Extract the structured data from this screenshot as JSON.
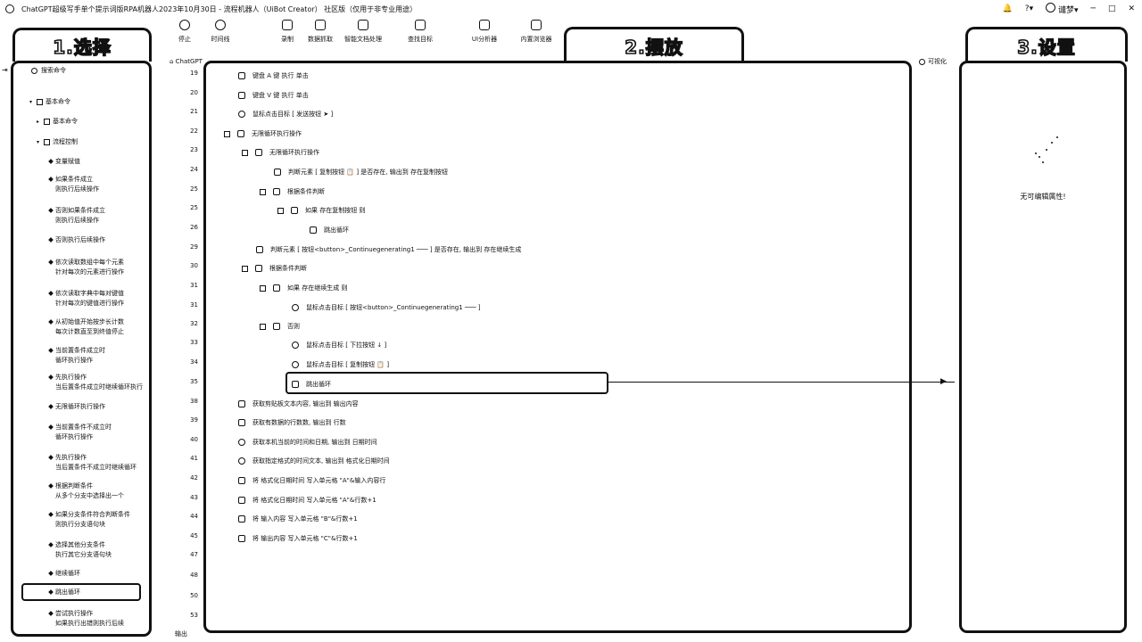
{
  "window": {
    "title": "ChatGPT超级写手单个提示词版RPA机器人2023年10月30日 - 流程机器人（UiBot Creator） 社区版（仅用于非专业用途）",
    "user": "谴梦"
  },
  "toolbar": {
    "items": [
      {
        "label": "停止",
        "icon": "stop-icon"
      },
      {
        "label": "时间线",
        "icon": "clock-icon"
      },
      {
        "label": "录制",
        "icon": "record-icon"
      },
      {
        "label": "数据抓取",
        "icon": "data-grab-icon"
      },
      {
        "label": "智能文档处理",
        "icon": "doc-process-icon"
      },
      {
        "label": "查找目标",
        "icon": "find-target-icon"
      },
      {
        "label": "UI分析器",
        "icon": "ui-analyzer-icon"
      },
      {
        "label": "内置浏览器",
        "icon": "browser-icon"
      }
    ]
  },
  "annotations": {
    "select": "1.选择",
    "place": "2.摆放",
    "settings": "3.设置"
  },
  "breadcrumb": "ChatGPT",
  "visualize_label": "可视化",
  "left_panel": {
    "search_placeholder": "搜索命令",
    "items": [
      {
        "label": "基本命令",
        "kind": "group"
      },
      {
        "label": "基本命令",
        "kind": "sub"
      },
      {
        "label": "流程控制",
        "kind": "sub"
      },
      {
        "label": "变量赋值",
        "kind": "leaf"
      },
      {
        "label": "如果条件成立",
        "label2": "则执行后续操作",
        "kind": "leaf"
      },
      {
        "label": "否则如果条件成立",
        "label2": "则执行后续操作",
        "kind": "leaf"
      },
      {
        "label": "否则执行后续操作",
        "kind": "leaf"
      },
      {
        "label": "依次读取数组中每个元素",
        "label2": "针对每次的元素进行操作",
        "kind": "leaf"
      },
      {
        "label": "依次读取字典中每对键值",
        "label2": "针对每次的键值进行操作",
        "kind": "leaf"
      },
      {
        "label": "从初始值开始按步长计数",
        "label2": "每次计数直至到终值停止",
        "kind": "leaf"
      },
      {
        "label": "当前置条件成立时",
        "label2": "循环执行操作",
        "kind": "leaf"
      },
      {
        "label": "先执行操作",
        "label2": "当后置条件成立时继续循环执行",
        "kind": "leaf"
      },
      {
        "label": "无限循环执行操作",
        "kind": "leaf"
      },
      {
        "label": "当前置条件不成立时",
        "label2": "循环执行操作",
        "kind": "leaf"
      },
      {
        "label": "先执行操作",
        "label2": "当后置条件不成立时继续循环",
        "kind": "leaf"
      },
      {
        "label": "根据判断条件",
        "label2": "从多个分支中选择出一个",
        "kind": "leaf"
      },
      {
        "label": "如果分支条件符合判断条件",
        "label2": "则执行分支语句块",
        "kind": "leaf"
      },
      {
        "label": "选择其他分支条件",
        "label2": "执行其它分支语句块",
        "kind": "leaf"
      },
      {
        "label": "继续循环",
        "kind": "leaf"
      },
      {
        "label": "跳出循环",
        "kind": "leaf"
      },
      {
        "label": "尝试执行操作",
        "label2": "如果执行出错则执行后续",
        "kind": "leaf"
      }
    ]
  },
  "code_lines": [
    {
      "n": "19",
      "indent": 0,
      "icon": "keyboard-icon",
      "text": "键盘 A 键 执行 单击"
    },
    {
      "n": "20",
      "indent": 0,
      "icon": "keyboard-icon",
      "text": "键盘 V 键 执行 单击"
    },
    {
      "n": "21",
      "indent": 0,
      "icon": "mouse-icon",
      "text": "鼠标点击目标 [ 发送按钮 ➤ ]"
    },
    {
      "n": "22",
      "indent": 0,
      "icon": "loop-icon",
      "toggle": true,
      "text": "无限循环执行操作"
    },
    {
      "n": "23",
      "indent": 1,
      "icon": "loop-icon",
      "toggle": true,
      "text": "无限循环执行操作"
    },
    {
      "n": "24",
      "indent": 2,
      "icon": "element-icon",
      "text": "判断元素 [ 复制按钮 📋 ] 是否存在, 输出到  存在复制按钮"
    },
    {
      "n": "25",
      "indent": 2,
      "icon": "branch-icon",
      "toggle": true,
      "text": "根据条件判断"
    },
    {
      "n": "25",
      "indent": 3,
      "icon": "branch-icon",
      "toggle": true,
      "text": "如果 存在复制按钮 则"
    },
    {
      "n": "26",
      "indent": 4,
      "icon": "break-icon",
      "text": "跳出循环"
    },
    {
      "n": "29",
      "indent": 1,
      "icon": "element-icon",
      "text": "判断元素 [ 按钮<button>_Continuegenerating1 ─── ] 是否存在, 输出到  存在继续生成"
    },
    {
      "n": "30",
      "indent": 1,
      "icon": "branch-icon",
      "toggle": true,
      "text": "根据条件判断"
    },
    {
      "n": "31",
      "indent": 2,
      "icon": "branch-icon",
      "toggle": true,
      "text": "如果 存在继续生成 则"
    },
    {
      "n": "31",
      "indent": 3,
      "icon": "mouse-icon",
      "text": "鼠标点击目标 [ 按钮<button>_Continuegenerating1 ─── ]"
    },
    {
      "n": "32",
      "indent": 2,
      "icon": "branch-icon",
      "toggle": true,
      "text": "否则"
    },
    {
      "n": "33",
      "indent": 3,
      "icon": "mouse-icon",
      "text": "鼠标点击目标 [ 下拉按钮 ↓ ]"
    },
    {
      "n": "34",
      "indent": 3,
      "icon": "mouse-icon",
      "text": "鼠标点击目标 [ 复制按钮 📋 ]"
    },
    {
      "n": "35",
      "indent": 3,
      "icon": "break-icon",
      "text": "跳出循环",
      "selected": true
    },
    {
      "n": "38",
      "indent": 0,
      "icon": "clipboard-icon",
      "text": "获取剪贴板文本内容, 输出到  输出内容"
    },
    {
      "n": "39",
      "indent": 0,
      "icon": "sheet-icon",
      "text": "获取有数据的行数数, 输出到  行数"
    },
    {
      "n": "40",
      "indent": 0,
      "icon": "time-icon",
      "text": "获取本机当前的时间和日期, 输出到  日期时间"
    },
    {
      "n": "41",
      "indent": 0,
      "icon": "time-icon",
      "text": "获取指定格式的时间文本, 输出到  格式化日期时间"
    },
    {
      "n": "42",
      "indent": 0,
      "icon": "sheet-icon",
      "text": "将 格式化日期时间 写入单元格 \"A\"&输入内容行"
    },
    {
      "n": "43",
      "indent": 0,
      "icon": "sheet-icon",
      "text": "将 格式化日期时间 写入单元格 \"A\"&行数+1"
    },
    {
      "n": "44",
      "indent": 0,
      "icon": "sheet-icon",
      "text": "将 输入内容 写入单元格 \"B\"&行数+1"
    },
    {
      "n": "45",
      "indent": 0,
      "icon": "sheet-icon",
      "text": "将 输出内容 写入单元格 \"C\"&行数+1"
    }
  ],
  "empty_line_numbers": [
    "47",
    "48",
    "50",
    "53"
  ],
  "right_panel": {
    "empty_text": "无可编辑属性!"
  },
  "bottom_panel": {
    "label": "输出"
  }
}
